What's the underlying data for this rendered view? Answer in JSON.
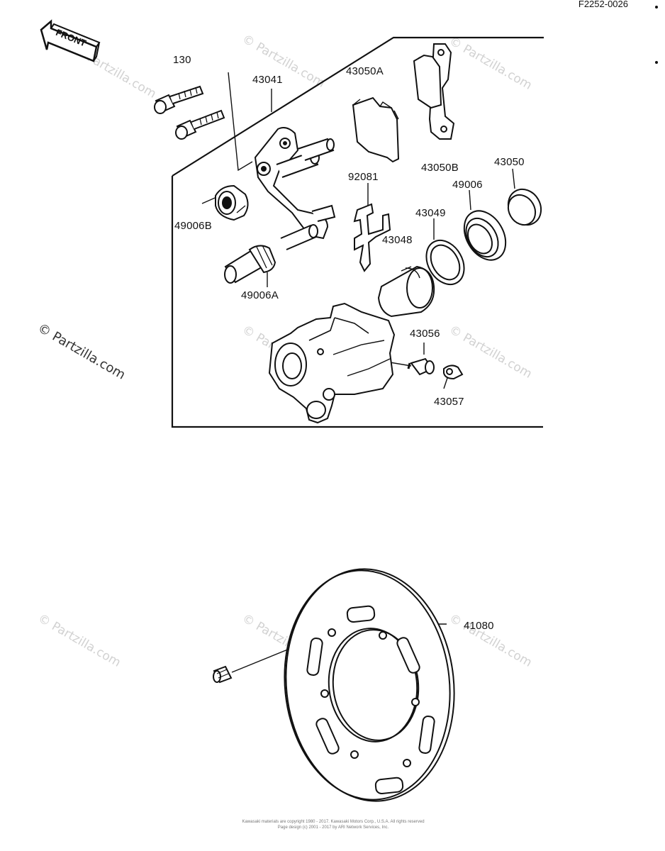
{
  "diagram_code": "F2252-0026",
  "front_label": "FRONT",
  "watermark": "© Partzilla.com",
  "part_labels": {
    "p130": "130",
    "p43041": "43041",
    "p43050A": "43050A",
    "p43050B": "43050B",
    "p43050": "43050",
    "p92081": "92081",
    "p49006": "49006",
    "p43049": "43049",
    "p43048": "43048",
    "p49006B": "49006B",
    "p49006A": "49006A",
    "p43056": "43056",
    "p43057": "43057",
    "p41080": "41080"
  },
  "copyright": {
    "line1": "Kawasaki materials are copyright 1980 - 2017. Kawasaki Motors Corp., U.S.A. All rights reserved",
    "line2": "Page design (c) 2001 - 2017 by ARI Network Services, Inc."
  }
}
